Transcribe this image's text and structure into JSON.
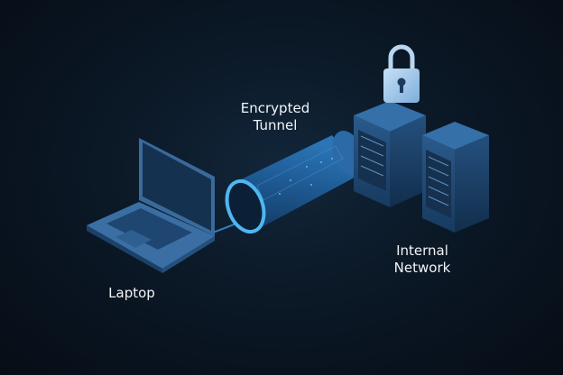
{
  "labels": {
    "tunnel_line1": "Encrypted",
    "tunnel_line2": "Tunnel",
    "network_line1": "Internal",
    "network_line2": "Network",
    "laptop": "Laptop"
  },
  "colors": {
    "background": "#08111c",
    "device_blue": "#2c5f92",
    "glow": "#4fb6f0",
    "lock": "#a9cdee"
  }
}
